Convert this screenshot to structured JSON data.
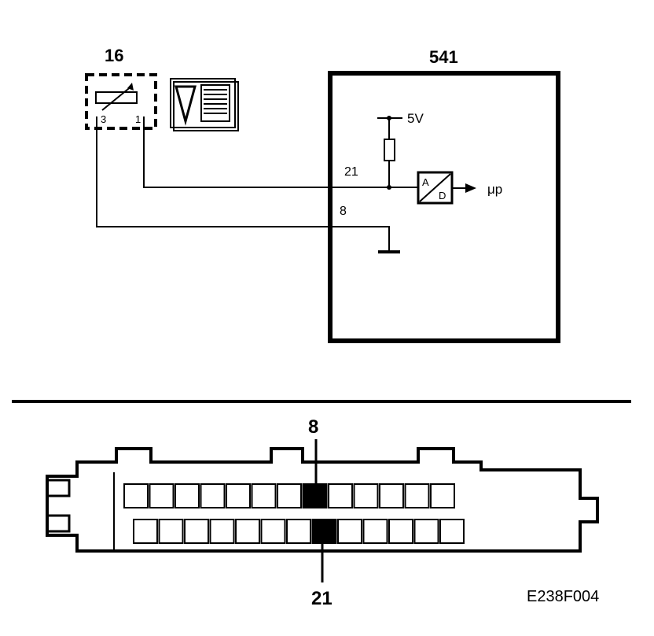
{
  "sensor": {
    "id_label": "16",
    "pin_left": "3",
    "pin_right": "1",
    "icon": "temperature-gauge-icon"
  },
  "ecu": {
    "id_label": "541",
    "supply_label": "5V",
    "pin_signal": "21",
    "pin_ground": "8",
    "converter_top": "A",
    "converter_bottom": "D",
    "output_label": "μp"
  },
  "connector": {
    "callout_top": "8",
    "callout_bottom": "21",
    "top_row_pins": 13,
    "bottom_row_pins": 13,
    "highlight_top_index": 7,
    "highlight_bottom_index": 7
  },
  "figure_code": "E238F004"
}
